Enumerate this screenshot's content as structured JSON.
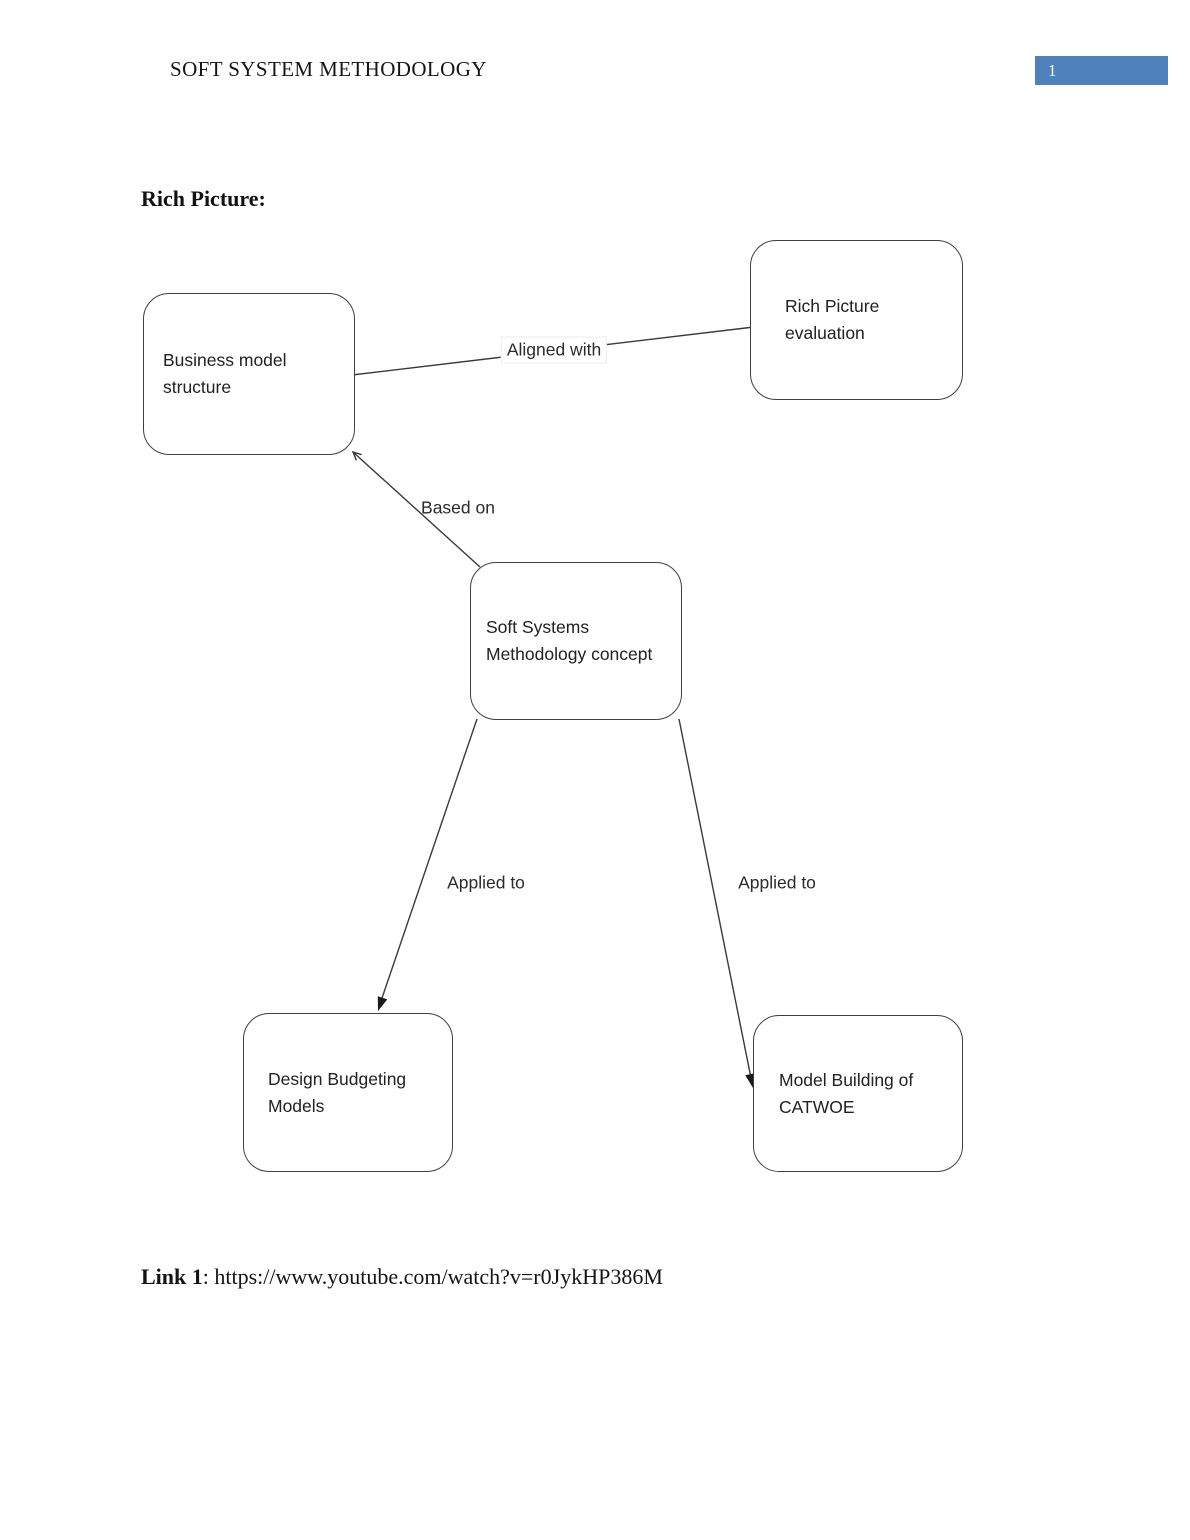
{
  "page": {
    "header_title": "SOFT SYSTEM METHODOLOGY",
    "page_number": "1",
    "section_heading": "Rich Picture:",
    "link_label": "Link 1",
    "link_rest": ": https://www.youtube.com/watch?v=r0JykHP386M"
  },
  "diagram": {
    "nodes": [
      {
        "id": "business-model-structure",
        "label": "Business model\nstructure"
      },
      {
        "id": "rich-picture-evaluation",
        "label": "Rich Picture\nevaluation"
      },
      {
        "id": "soft-systems-methodology-concept",
        "label": "Soft Systems\nMethodology concept"
      },
      {
        "id": "design-budgeting-models",
        "label": "Design Budgeting\nModels"
      },
      {
        "id": "model-building-of-catwoe",
        "label": "Model Building of\nCATWOE"
      }
    ],
    "edges": [
      {
        "label": "Aligned with",
        "from": "business-model-structure",
        "to": "rich-picture-evaluation",
        "arrow": "none"
      },
      {
        "label": "Based on",
        "from": "soft-systems-methodology-concept",
        "to": "business-model-structure",
        "arrow": "open"
      },
      {
        "label": "Applied to",
        "from": "soft-systems-methodology-concept",
        "to": "design-budgeting-models",
        "arrow": "solid"
      },
      {
        "label": "Applied to",
        "from": "soft-systems-methodology-concept",
        "to": "model-building-of-catwoe",
        "arrow": "solid"
      }
    ]
  },
  "colors": {
    "page_number_bg": "#4f81bd",
    "page_number_text": "#ffffff",
    "connector_line": "#3a3a3a",
    "node_border": "#3f3f3f",
    "node_text": "#212121"
  }
}
